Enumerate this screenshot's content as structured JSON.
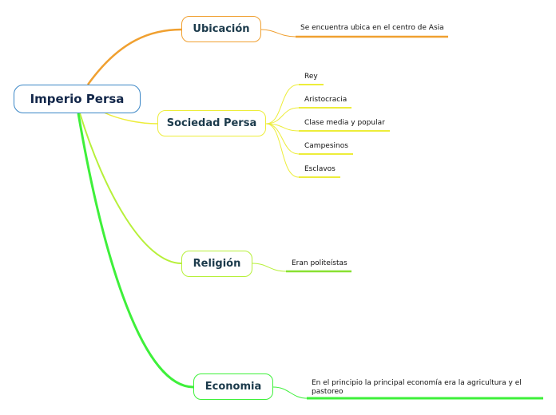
{
  "root": {
    "label": "Imperio Persa"
  },
  "branches": [
    {
      "label": "Ubicación",
      "color": "#f0a030",
      "leaves": [
        "Se encuentra ubica en el centro de Asia"
      ]
    },
    {
      "label": "Sociedad Persa",
      "color": "#eded3a",
      "leaves": [
        "Rey",
        "Aristocracia",
        "Clase media y popular",
        "Campesinos",
        "Esclavos"
      ]
    },
    {
      "label": "Religión",
      "color": "#b7f03a",
      "leaves": [
        "Eran politeístas"
      ]
    },
    {
      "label": "Economia",
      "color": "#3ef03a",
      "leaves": [
        "En el principio la principal economía era la agricultura y el pastoreo"
      ]
    }
  ]
}
